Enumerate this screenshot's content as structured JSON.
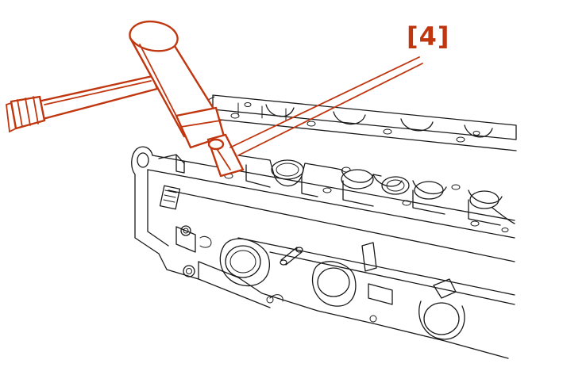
{
  "callout": {
    "label": "[4]"
  },
  "colors": {
    "highlight": "#c0360f",
    "line_art": "#1a1a1a",
    "background": "#ffffff"
  },
  "parts": {
    "tool": "hammer",
    "component": "cylinder-head"
  }
}
